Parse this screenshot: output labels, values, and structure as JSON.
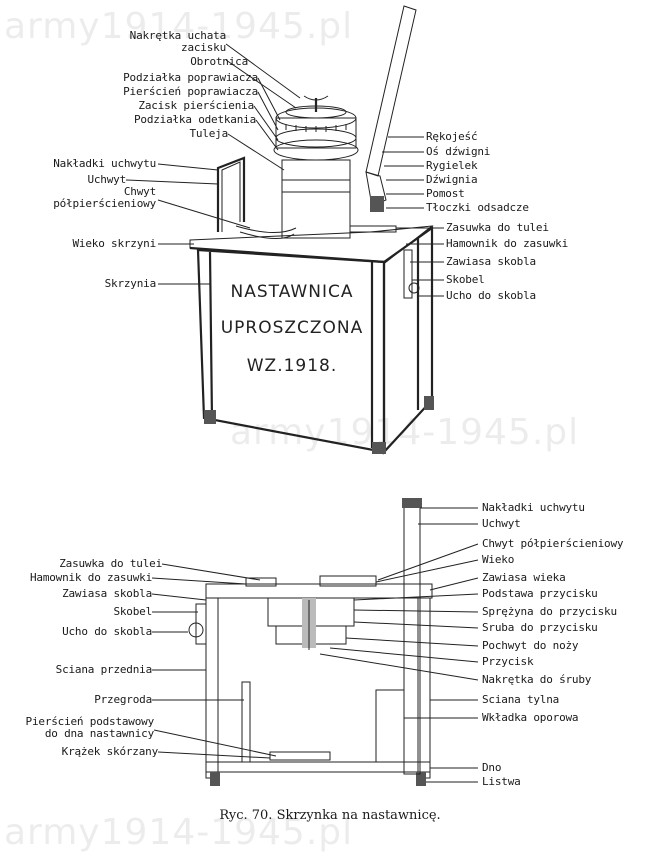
{
  "watermarks": [
    "army1914-1945.pl",
    "army1914-1945.pl",
    "army1914-1945.pl"
  ],
  "box_inscription": [
    "NASTAWNICA",
    "UPROSZCZONA",
    "WZ.1918."
  ],
  "caption": "Ryc. 70. Skrzynka na nastawnicę.",
  "top_left_labels": [
    "Nakrętka uchata",
    "zacisku",
    "Obrotnica",
    "Podziałka poprawiacza",
    "Pierścień poprawiacza",
    "Zacisk pierścienia",
    "Podziałka odetkania",
    "Tuleja",
    "Nakładki uchwytu",
    "Uchwyt",
    "Chwyt",
    "półpierścieniowy",
    "Wieko skrzyni",
    "Skrzynia"
  ],
  "top_right_labels": [
    "Rękojeść",
    "Oś dźwigni",
    "Rygielek",
    "Dźwignia",
    "Pomost",
    "Tłoczki odsadcze",
    "Zasuwka do tulei",
    "Hamownik do zasuwki",
    "Zawiasa skobla",
    "Skobel",
    "Ucho do skobla"
  ],
  "bottom_left_labels": [
    "Zasuwka do tulei",
    "Hamownik do zasuwki",
    "Zawiasa skobla",
    "Skobel",
    "Ucho do skobla",
    "Sciana przednia",
    "Przegroda",
    "Pierścień podstawowy",
    "do dna nastawnicy",
    "Krążek skórzany"
  ],
  "bottom_right_labels": [
    "Nakładki uchwytu",
    "Uchwyt",
    "Chwyt półpierścieniowy",
    "Wieko",
    "Zawiasa wieka",
    "Podstawa przycisku",
    "Sprężyna do przycisku",
    "Sruba do przycisku",
    "Pochwyt do noży",
    "Przycisk",
    "Nakrętka do śruby",
    "Sciana tylna",
    "Wkładka oporowa",
    "Dno",
    "Listwa"
  ]
}
